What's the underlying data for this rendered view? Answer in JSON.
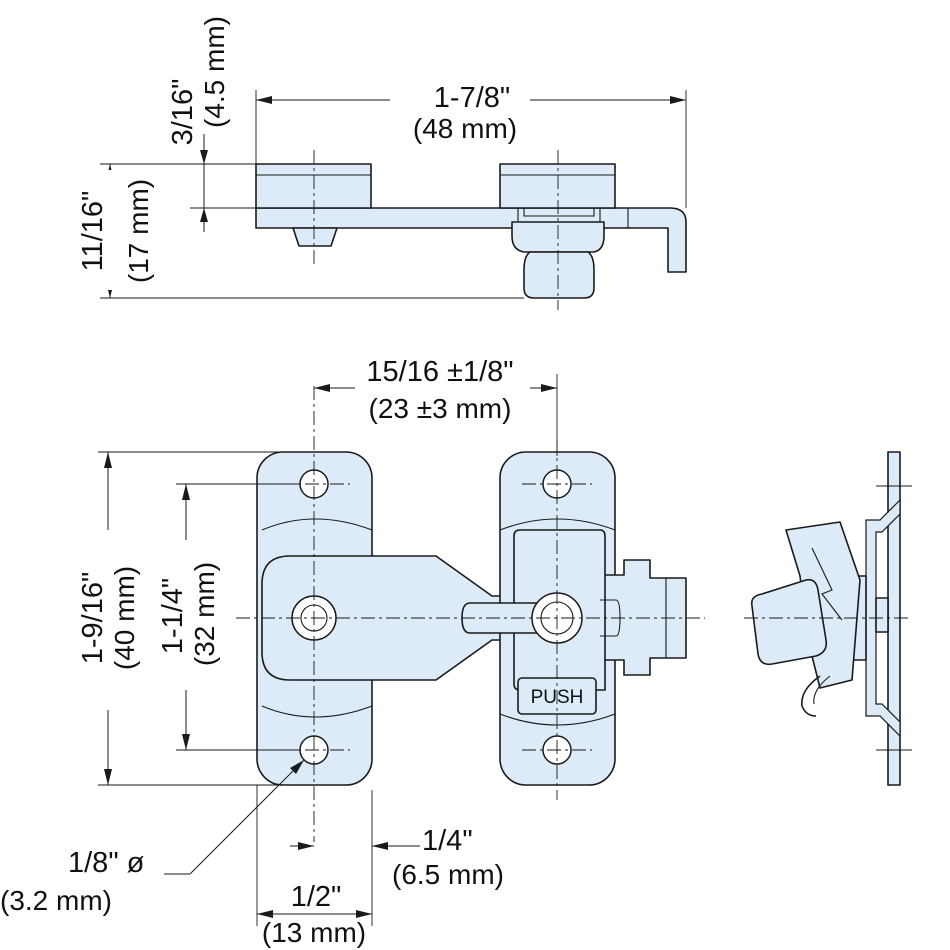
{
  "dimensions": {
    "overall_length": {
      "imperial": "1-7/8\"",
      "metric": "(48 mm)"
    },
    "base_thickness": {
      "imperial": "3/16\"",
      "metric": "(4.5 mm)"
    },
    "overall_height": {
      "imperial": "11/16\"",
      "metric": "(17 mm)"
    },
    "strike_spacing": {
      "imperial": "15/16 ±1/8\"",
      "metric": "(23 ±3 mm)"
    },
    "overall_width": {
      "imperial": "1-9/16\"",
      "metric": "(40 mm)"
    },
    "hole_spacing": {
      "imperial": "1-1/4\"",
      "metric": "(32 mm)"
    },
    "hole_diameter": {
      "imperial": "1/8\" ø",
      "metric": "(3.2 mm)"
    },
    "hole_offset": {
      "imperial": "1/4\"",
      "metric": "(6.5 mm)"
    },
    "plate_width": {
      "imperial": "1/2\"",
      "metric": "(13 mm)"
    }
  },
  "part_markings": {
    "push_label": "PUSH"
  },
  "colors": {
    "part_fill": "#dcebf7",
    "line": "#1a1a1a"
  }
}
